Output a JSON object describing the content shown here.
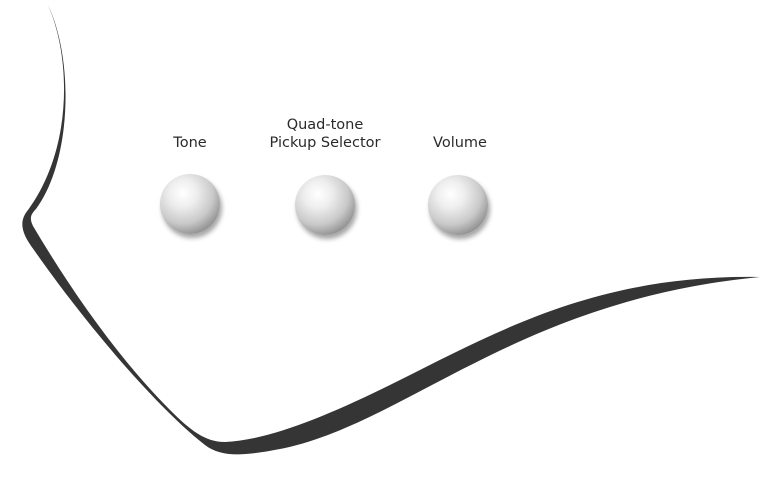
{
  "controls": [
    {
      "label": "Tone"
    },
    {
      "label_line1": "Quad-tone",
      "label_line2": "Pickup Selector"
    },
    {
      "label": "Volume"
    }
  ],
  "colors": {
    "outline": "#353535",
    "knob": "#c9c9c9"
  }
}
